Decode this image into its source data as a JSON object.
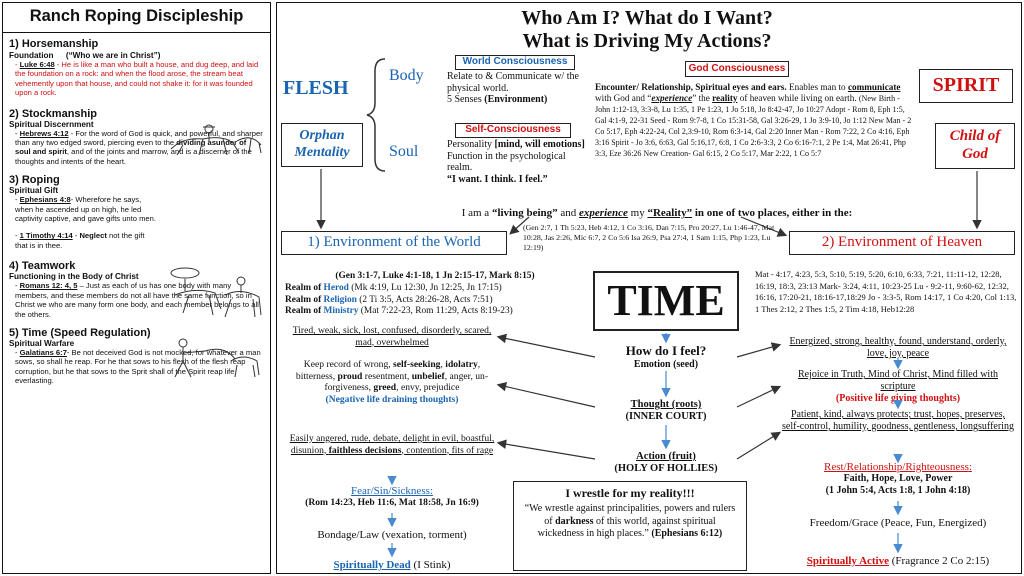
{
  "left": {
    "title": "Ranch Roping Discipleship",
    "s1": {
      "heading": "1) Horsemanship",
      "sub_label": "Foundation",
      "sub_quote": "(“Who we are in Christ”)",
      "ref": "Luke 6:48",
      "text": " - He is like a man who built a house, and dug deep, and laid the foundation on a rock: and when the flood arose, the stream beat vehemently upon that house, and could not shake it: for it was founded upon a rock."
    },
    "s2": {
      "heading": "2) Stockmanship",
      "sub": "Spiritual Discernment",
      "ref": "Hebrews 4:12",
      "text1": " - For the word of God is quick, and powerful, and sharper than any two edged sword, piercing even to the ",
      "bold": "dividing asunder of soul and spirit",
      "text2": ", and of the joints and marrow, and is a discerner of the thoughts and intents of the heart."
    },
    "s3": {
      "heading": "3) Roping",
      "sub": "Spiritual Gift",
      "ref": "Ephesians 4:8",
      "text": "- Wherefore he says, when he ascended up on high, he led captivity captive, and gave gifts unto men.",
      "ref2": "1 Timothy 4:14",
      "text2a": " - ",
      "bold2": "Neglect",
      "text2b": " not the gift that is in thee."
    },
    "s4": {
      "heading": "4) Teamwork",
      "sub": "Functioning  in the Body  of Christ",
      "ref": "Romans 12: 4, 5",
      "text": " – Just as each of us has one body with many members, and these members do not all have the same function, so in Christ we who are many form one body, and each member belongs  to all the others."
    },
    "s5": {
      "heading": "5) Time (Speed Regulation)",
      "sub": "Spiritual Warfare",
      "ref": "Galatians 6:7",
      "text": "- Be not deceived  God is not mocked,  for whatever a man sows, so shall he reap.  For he that sows to his flesh of the flesh reap corruption, but he that sows to the Sprit shall of the Spirit reap life everlasting."
    }
  },
  "main": {
    "title1": "Who Am I?   What do I Want?",
    "title2": "What is Driving My Actions?",
    "flesh": "FLESH",
    "spirit": "SPIRIT",
    "orphan": "Orphan Mentality",
    "child": "Child of God",
    "body": "Body",
    "soul": "Soul",
    "world_c": "World Consciousness",
    "world_c_text": "Relate to & Communicate w/ the physical world.",
    "world_c_senses": "5 Senses ",
    "world_c_env": "(Environment)",
    "self_c": "Self-Consciousness",
    "self_c_text1": "Personality ",
    "self_c_bold": "[mind, will emotions]",
    "self_c_text2": " Function in the psychological realm.",
    "self_c_quote": "“I want. I think. I feel.”",
    "god_c": "God Consciousness",
    "god_c_lead": "Encounter/ Relationship, Spiritual eyes and ears.",
    "god_c_t1": "  Enables man to ",
    "god_c_comm": "communicate",
    "god_c_t2": " with God and “",
    "god_c_exp": "experience",
    "god_c_t3": "” the ",
    "god_c_real": "reality",
    "god_c_t4": " of heaven while living on earth.  ",
    "god_c_refs": "(New Birth - John 1:12-13, 3:3-8, Lu 1:35, 1 Pe 1:23, 1 Jo 5:18, Jo 8:42-47, Jo 10:27 Adopt - Rom 8, Eph 1:5, Gal 4:1-9, 22-31 Seed - Rom 9:7-8, 1 Co 15:31-58, Gal 3:26-29, 1 Jo 3:9-10, Jo 1:12 New Man - 2 Co 5:17, Eph 4:22-24, Col 2,3:9-10, Rom 6:3-14, Gal 2:20 Inner Man - Rom 7:22, 2 Co 4:16, Eph 3:16 Spirit - Jo 3:6, 6:63, Gal 5:16,17, 6:8, 1 Co 2:6-3:3, 2 Co 6:16-7:1, 2 Pe 1:4, Mat 26:41, Php 3:3, Eze 36:26 New Creation- Gal 6:15, 2 Co 5:17, Mar 2:22, 1 Co 5:7",
    "living_a": "I am a ",
    "living_b": "“living being”",
    "living_c": " and ",
    "living_d": "experience",
    "living_e": " my ",
    "living_f": "“Reality”",
    "living_g": " in one of two places, either in the:",
    "living_refs": "(Gen 2:7, 1 Th 5:23, Heb 4:12, 1 Co 3:16, Dan 7:15, Pro 20:27, Lu 1:46-47, Mat 10:28, Jas 2:26, Mic 6:7, 2 Co 5:6 Isa 26:9, Psa 27:4, 1 Sam 1:15, Php 1:23, Lu 12:19)",
    "env_world": "1) Environment of the World",
    "env_heaven": "2) Environment of Heaven",
    "time": "TIME",
    "world_refs": "(Gen 3:1-7, Luke 4:1-18, 1 Jn 2:15-17, Mark 8:15)",
    "herod_a": "Realm of ",
    "herod_b": "Herod",
    "herod_c": " (Mk 4:19, Lu 12:30, Jn 12:25, Jn 17:15)",
    "religion_a": "Realm of ",
    "religion_b": "Religion",
    "religion_c": " (2 Ti 3:5, Acts 28:26-28, Acts 7:51)",
    "ministry_a": "Realm of ",
    "ministry_b": "Ministry",
    "ministry_c": " (Mat 7:22-23, Rom 11:29, Acts 8:19-23)",
    "heaven_refs": "Mat - 4:17, 4:23, 5:3, 5:10, 5:19, 5:20, 6:10, 6:33, 7:21, 11:11-12, 12:28, 16:19, 18:3, 23:13 Mark- 3:24, 4:11, 10:23-25 Lu - 9:2-11, 9:60-62, 12:32, 16:16, 17:20-21, 18:16-17,18:29 Jo - 3:3-5, Rom 14:17, 1 Co 4:20, Col 1:13, 1 Thes 2:12, 2 Thes 1:5, 2 Tim 4:18, Heb12:28",
    "neg_emotion": "Tired, weak, sick, lost, confused, disorderly, scared, mad, overwhelmed",
    "neg_thought1": "Keep record of wrong, ",
    "neg_thought_b1": "self-seeking",
    "neg_thought2": ", ",
    "neg_thought_b2": "idolatry",
    "neg_thought3": ", bitterness, ",
    "neg_thought_b3": "proud",
    "neg_thought4": " resentment, ",
    "neg_thought_b4": "unbelief",
    "neg_thought5": ", anger, un-forgiveness, ",
    "neg_thought_b5": "greed",
    "neg_thought6": ", envy, prejudice",
    "neg_thought_label": "(Negative life draining thoughts)",
    "neg_action1": "Easily angered, rude, debate, delight in evil, boastful, disunion, ",
    "neg_action_b": "faithless decisions",
    "neg_action2": ", contention, fits of rage",
    "fear": "Fear/Sin/Sickness",
    "fear_refs": "(Rom 14:23, Heb 11:6, Mat 18:58, Jn 16:9)",
    "bondage": "Bondage/Law (vexation, torment)",
    "dead_a": "Spiritually Dead",
    "dead_b": " (I Stink)",
    "how_feel": "How do I feel?",
    "emotion": "Emotion (seed)",
    "thought": "Thought (roots)",
    "inner_court": "(INNER COURT)",
    "action": "Action (fruit)",
    "holy": "(HOLY OF HOLLIES)",
    "wrestle_title": "I wrestle for my reality!!!",
    "wrestle_a": "“We wrestle against principalities, powers and rulers of ",
    "wrestle_b": "darkness",
    "wrestle_c": " of this world, against spiritual wickedness in high places.”  ",
    "wrestle_ref": "(Ephesians 6:12)",
    "pos_emotion": "Energized, strong, healthy, found, understand, orderly, love, joy, peace",
    "pos_thought1": "Rejoice in Truth, Mind of Christ, Mind filled with scripture",
    "pos_thought_label": "(Positive life giving thoughts)",
    "pos_action": "Patient, kind, always protects; trust, hopes, preserves, self-control, humility, goodness, gentleness, longsuffering",
    "rest": "Rest/Relationship/Righteousness",
    "faith": "Faith, Hope, Love, Power",
    "faith_refs": "(1 John 5:4, Acts 1:8, 1 John 4:18)",
    "freedom": "Freedom/Grace (Peace, Fun, Energized)",
    "active_a": "Spiritually Active",
    "active_b": " (Fragrance 2 Co 2:15)"
  }
}
